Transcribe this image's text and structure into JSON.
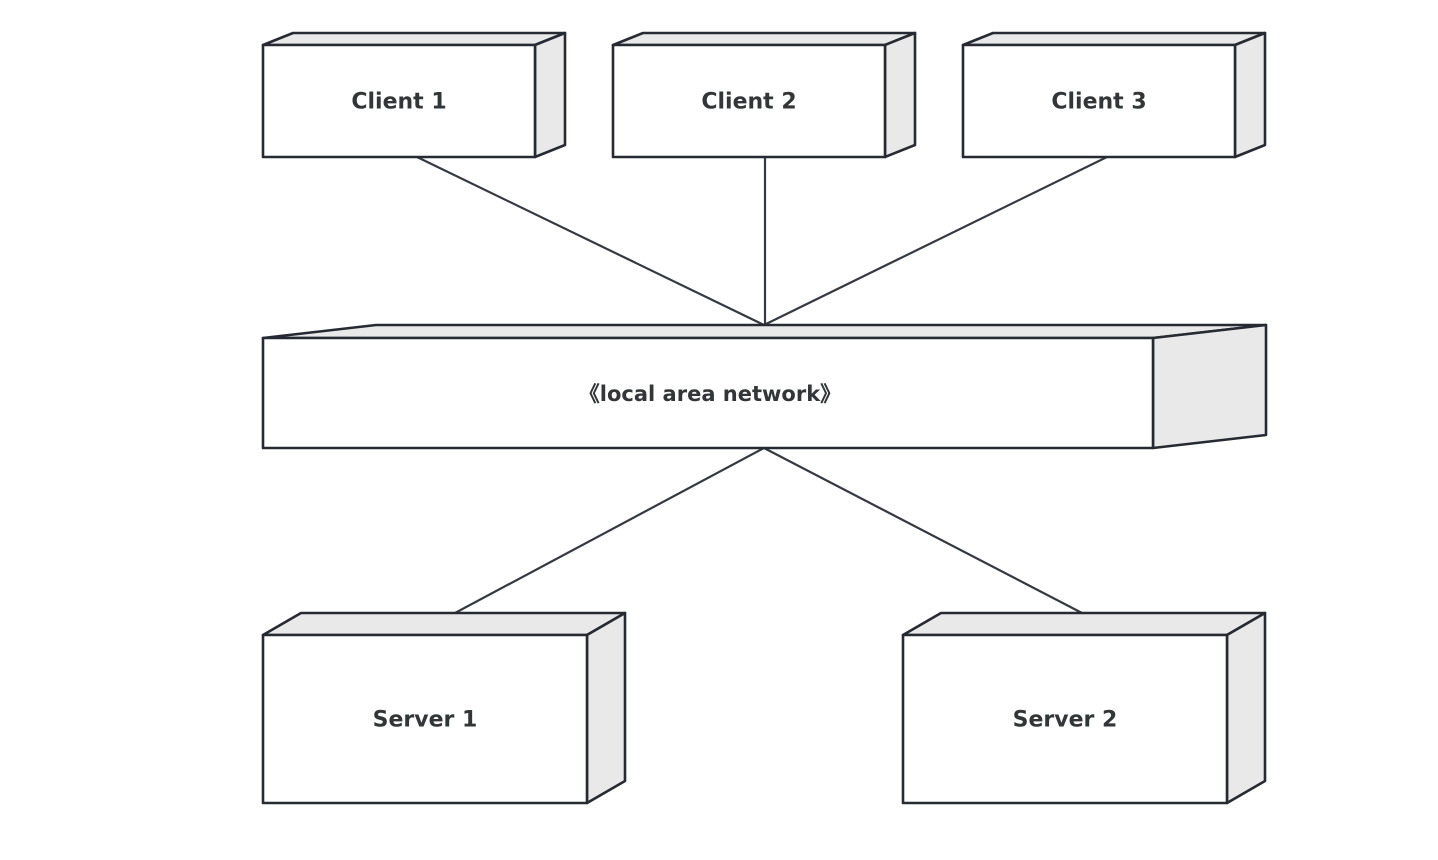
{
  "diagram": {
    "kind": "uml-deployment-diagram",
    "background": "#ffffff"
  },
  "colors": {
    "stroke": "#262b33",
    "front_face": "#ffffff",
    "shaded_face": "#e9e9e9",
    "label_text": "#333638",
    "connector": "#343a42"
  },
  "nodes": {
    "client1": {
      "label": "Client 1"
    },
    "client2": {
      "label": "Client 2"
    },
    "client3": {
      "label": "Client 3"
    },
    "lan": {
      "label": "《local area network》"
    },
    "server1": {
      "label": "Server 1"
    },
    "server2": {
      "label": "Server 2"
    }
  },
  "edges": [
    {
      "from": "Client 1",
      "to": "local area network"
    },
    {
      "from": "Client 2",
      "to": "local area network"
    },
    {
      "from": "Client 3",
      "to": "local area network"
    },
    {
      "from": "local area network",
      "to": "Server 1"
    },
    {
      "from": "local area network",
      "to": "Server 2"
    }
  ]
}
